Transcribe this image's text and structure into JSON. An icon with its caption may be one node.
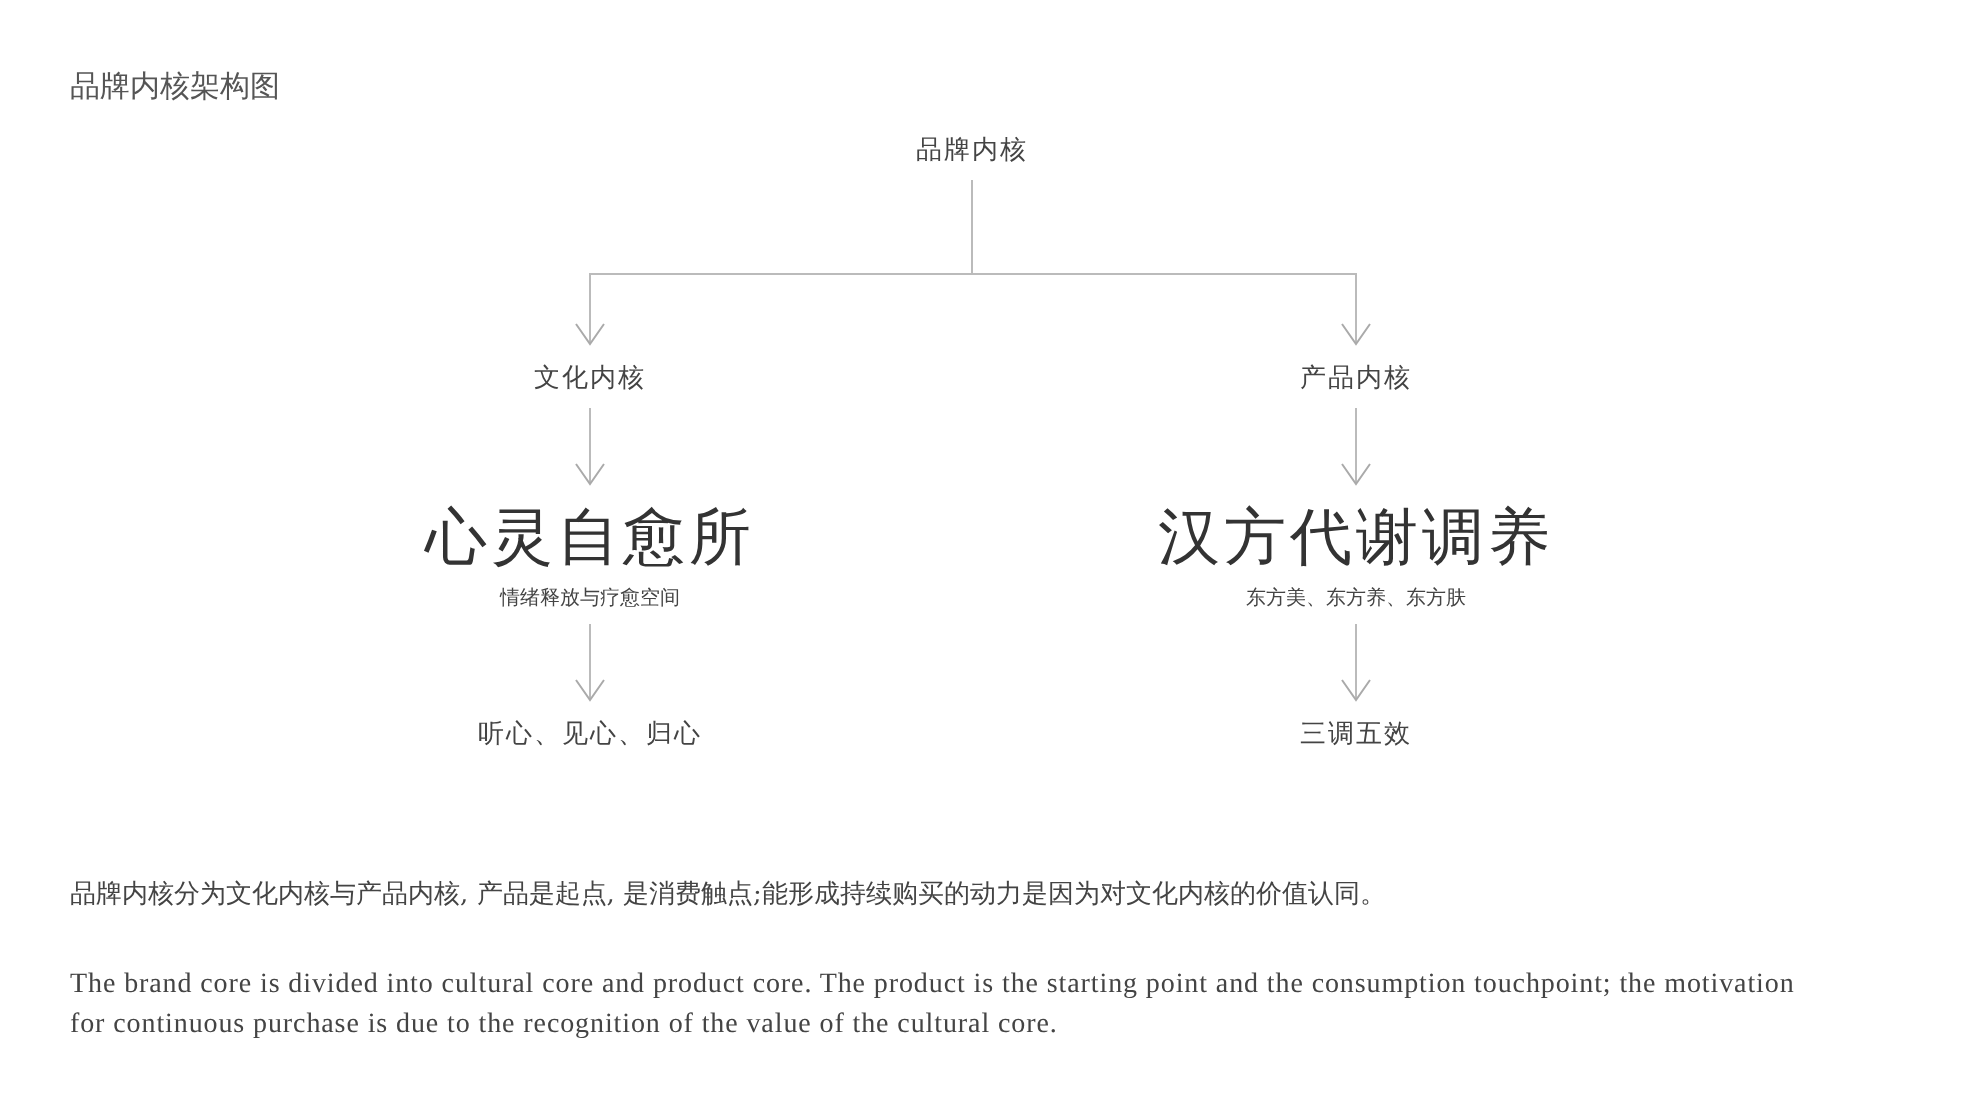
{
  "diagram": {
    "title": "品牌内核架构图",
    "nodes": [
      {
        "text": [
          "品牌内核"
        ]
      },
      {
        "text": [
          "文化内核"
        ]
      },
      {
        "text": [
          "产品内核"
        ]
      },
      {
        "text": [
          "心灵自愈所",
          "情绪释放与疗愈空间"
        ]
      },
      {
        "text": [
          "听心、见心、归心"
        ]
      },
      {
        "text": [
          "汉方代谢调养",
          "东方美、东方养、东方肤"
        ]
      },
      {
        "text": [
          "三调五效"
        ]
      }
    ],
    "edges": [
      {
        "from": 0,
        "to": 1,
        "arrow": "to"
      },
      {
        "from": 0,
        "to": 2,
        "arrow": "to"
      },
      {
        "from": 1,
        "to": 3,
        "arrow": "to"
      },
      {
        "from": 3,
        "to": 4,
        "arrow": "to"
      },
      {
        "from": 2,
        "to": 5,
        "arrow": "to"
      },
      {
        "from": 5,
        "to": 6,
        "arrow": "to"
      }
    ],
    "labels": [
      "品牌内核分为文化内核与产品内核, 产品是起点, 是消费触点;能形成持续购买的动力是因为对文化内核的价值认同。",
      "The brand core is divided into cultural core and product core. The product is the starting point and the consumption touchpoint; the motivation for continuous purchase is due to the recognition of the value of the cultural core."
    ]
  }
}
